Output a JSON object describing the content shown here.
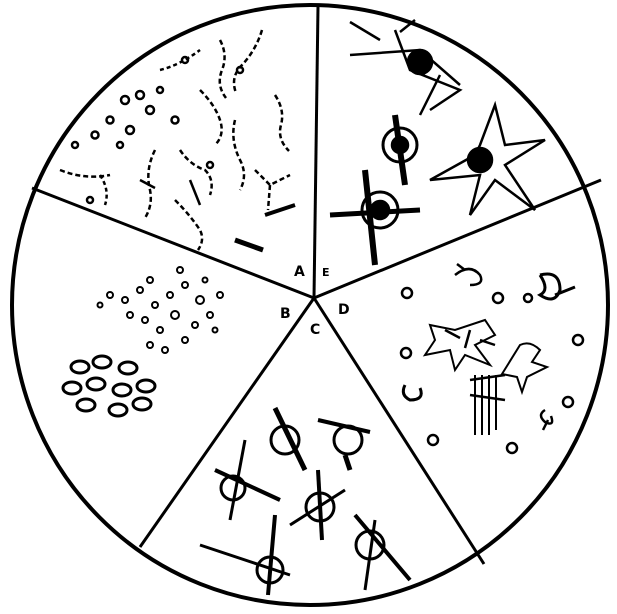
{
  "diagram": {
    "ink_color": "#000000",
    "paper_color": "#ffffff",
    "segments": [
      {
        "label": "A",
        "content": "chains-and-rods"
      },
      {
        "label": "E",
        "content": "radiating-crystals"
      },
      {
        "label": "D",
        "content": "lobed-and-branching-forms"
      },
      {
        "label": "C",
        "content": "spiked-spheres"
      },
      {
        "label": "B",
        "content": "granules-and-ovals"
      }
    ]
  }
}
